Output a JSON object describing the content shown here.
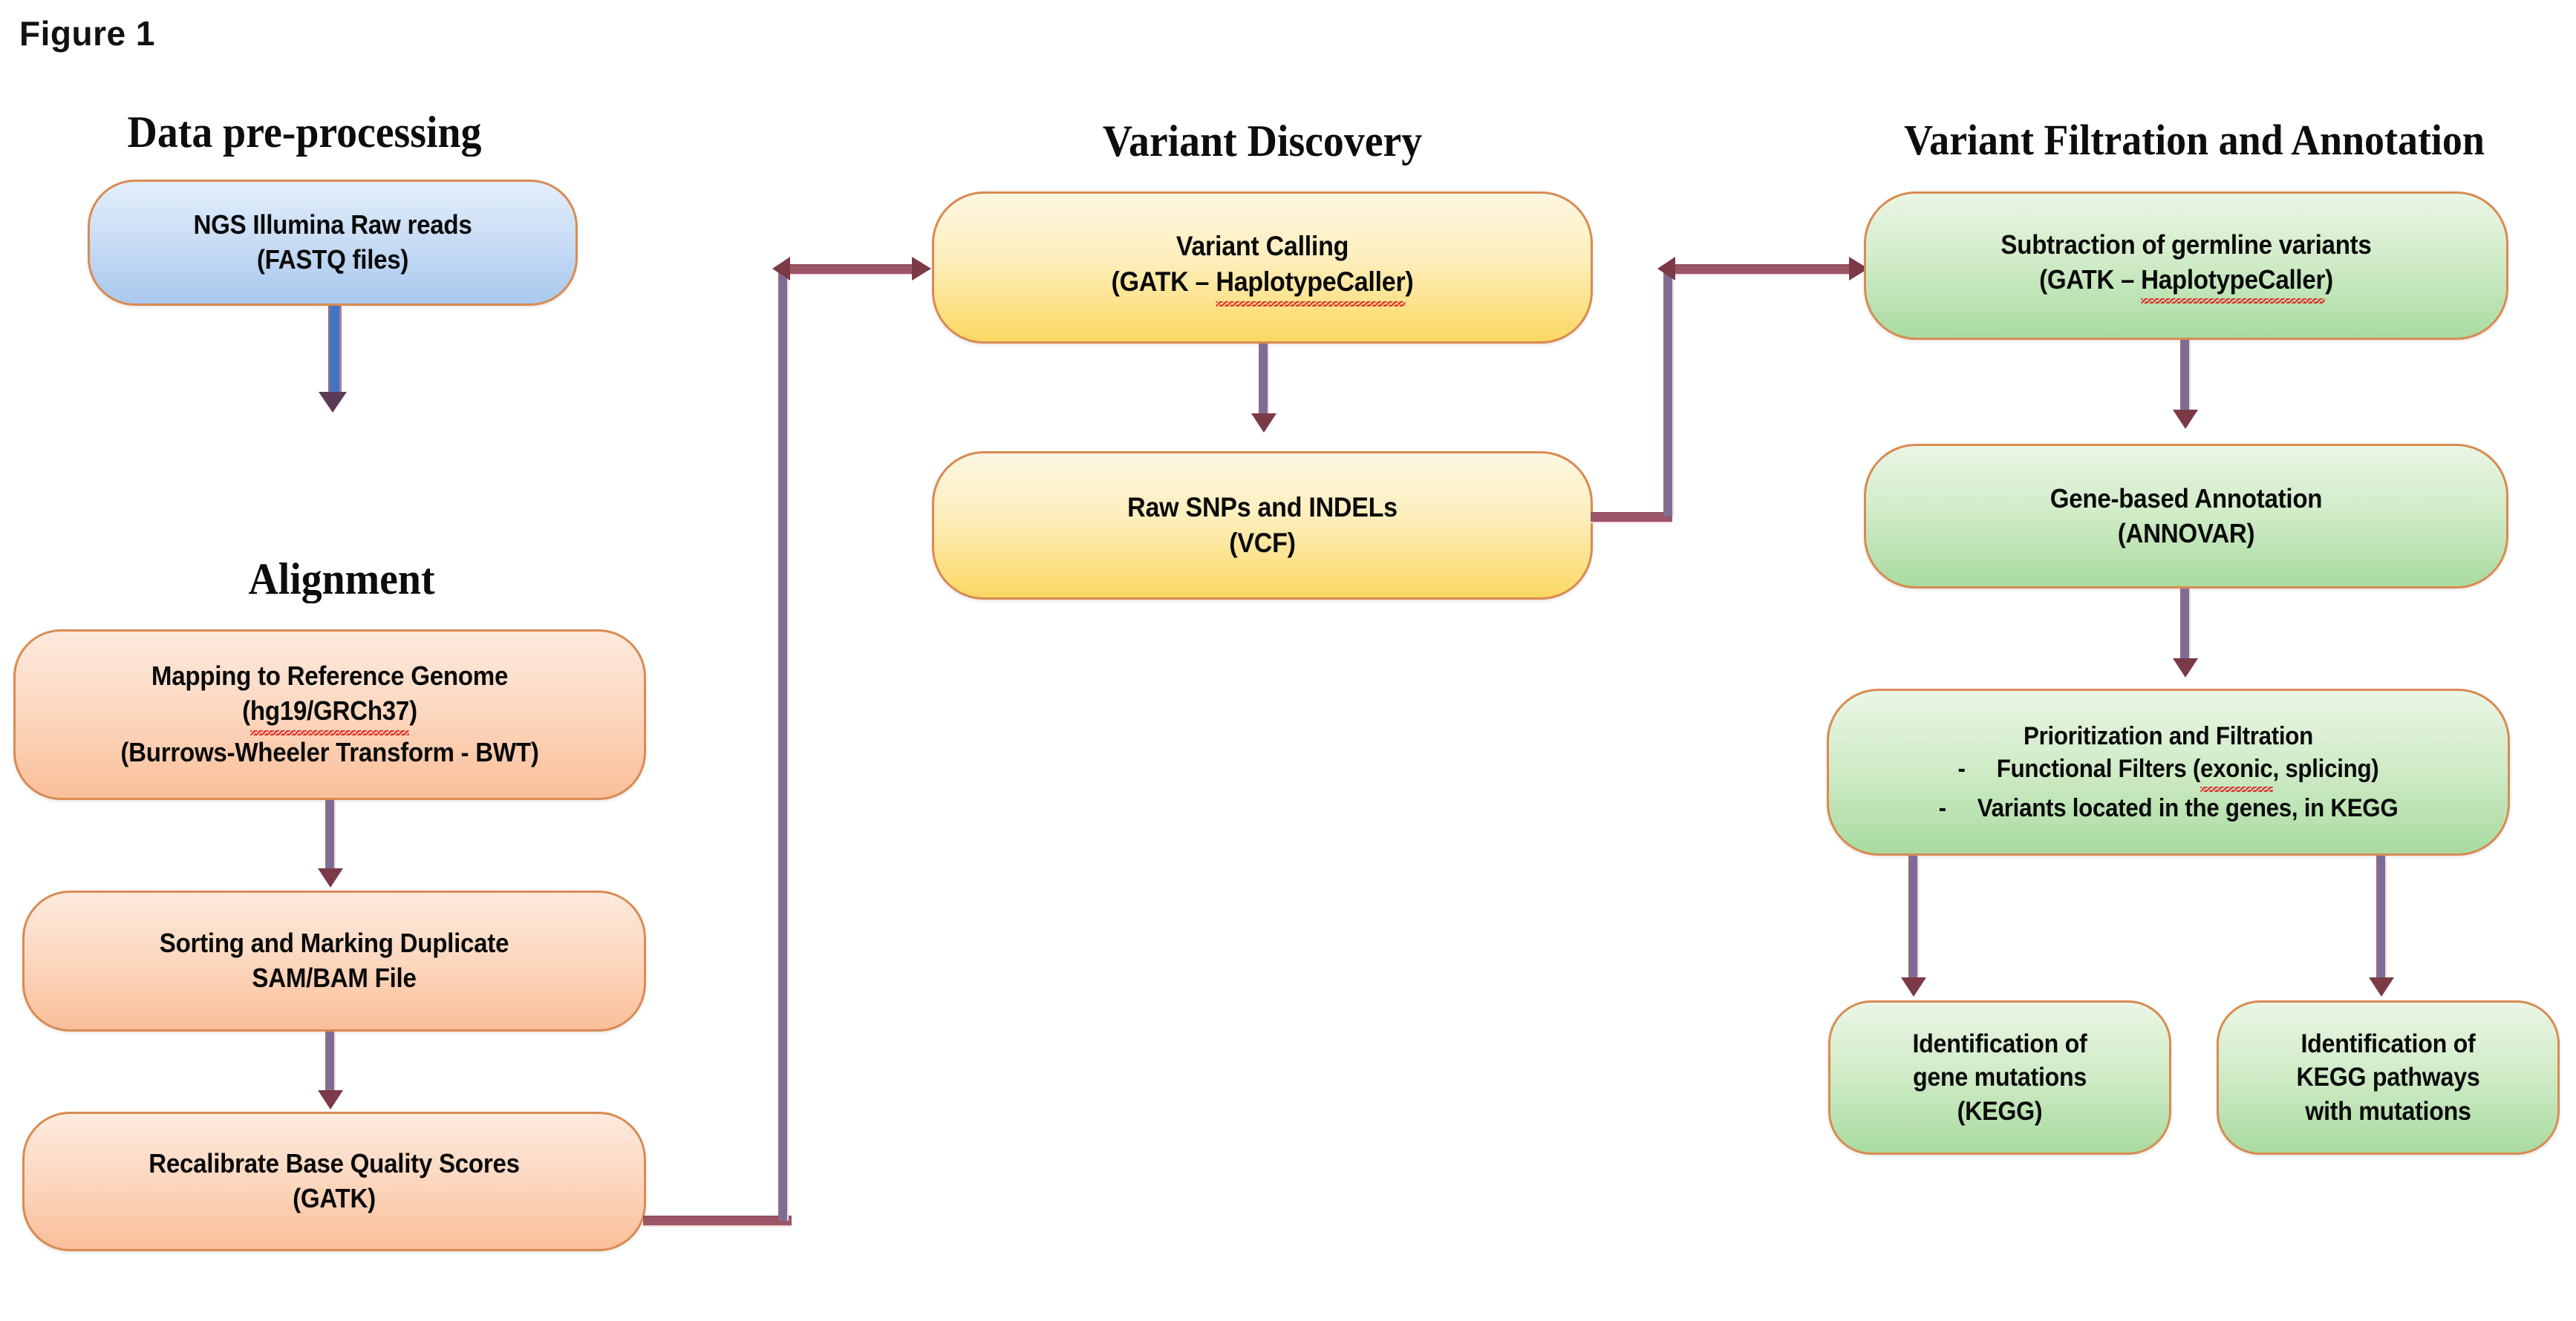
{
  "figure": {
    "label": "Figure 1"
  },
  "sections": [
    {
      "id": "data-pre-processing",
      "title": "Data pre-processing"
    },
    {
      "id": "alignment",
      "title": "Alignment"
    },
    {
      "id": "variant-discovery",
      "title": "Variant Discovery"
    },
    {
      "id": "variant-filtration",
      "title": "Variant Filtration and Annotation"
    }
  ],
  "nodes": {
    "ngs_raw_reads": {
      "line1": "NGS Illumina Raw reads",
      "line2": "(FASTQ files)",
      "color": "#a9c9ee"
    },
    "mapping_reference": {
      "line1": "Mapping to Reference Genome",
      "line2_pre": "(",
      "line2_misspelled": "hg19/GRCh37",
      "line2_post": ")",
      "line3": "(Burrows-Wheeler Transform - BWT)",
      "color": "#fabf99"
    },
    "sorting_marking": {
      "line1": "Sorting and Marking Duplicate",
      "line2": "SAM/BAM File",
      "color": "#fabf99"
    },
    "recalibrate": {
      "line1": "Recalibrate Base Quality Scores",
      "line2": "(GATK)",
      "color": "#fabf99"
    },
    "variant_calling": {
      "line1": "Variant Calling",
      "line2_pre": "(GATK – ",
      "line2_misspelled": "HaplotypeCaller",
      "line2_post": ")",
      "color": "#fcd862"
    },
    "raw_snps_indels": {
      "line1": "Raw SNPs and INDELs",
      "line2": "(VCF)",
      "color": "#fcd862"
    },
    "subtraction_germline": {
      "line1": "Subtraction of germline variants",
      "line2_pre": "(GATK – ",
      "line2_misspelled": "HaplotypeCaller",
      "line2_post": ")",
      "color": "#a9dba0"
    },
    "gene_based_annotation": {
      "line1": "Gene-based Annotation",
      "line2": "(ANNOVAR)",
      "color": "#a9dba0"
    },
    "prioritization_filtration": {
      "line1": "Prioritization and Filtration",
      "bullet1_dash": "-",
      "bullet1_pre": "Functional Filters (",
      "bullet1_misspelled": "exonic",
      "bullet1_post": ", splicing)",
      "bullet2_dash": "-",
      "bullet2": "Variants located in the genes, in KEGG",
      "color": "#a9dba0"
    },
    "identification_gene_mutations": {
      "line1": "Identification of",
      "line2": "gene mutations",
      "line3": "(KEGG)",
      "color": "#a9dba0"
    },
    "identification_kegg_pathways": {
      "line1": "Identification of",
      "line2": "KEGG pathways",
      "line3": "with mutations",
      "color": "#a9dba0"
    }
  },
  "theme": {
    "node_border": "#d98b52",
    "arrow_purple": "#7a6e99",
    "arrow_head": "#7b3a46",
    "arrow_blue": "#3f76c4",
    "spellcheck_underline": "#e02020",
    "background": "#ffffff"
  },
  "flow": {
    "edges": [
      {
        "from": "ngs_raw_reads",
        "to": "mapping_reference",
        "style": "blue-down"
      },
      {
        "from": "mapping_reference",
        "to": "sorting_marking",
        "style": "purple-down"
      },
      {
        "from": "sorting_marking",
        "to": "recalibrate",
        "style": "purple-down"
      },
      {
        "from": "recalibrate",
        "to": "variant_calling",
        "style": "purple-elbow-right-up"
      },
      {
        "from": "variant_calling",
        "to": "raw_snps_indels",
        "style": "purple-down"
      },
      {
        "from": "raw_snps_indels",
        "to": "subtraction_germline",
        "style": "purple-elbow-right-up"
      },
      {
        "from": "subtraction_germline",
        "to": "gene_based_annotation",
        "style": "purple-down"
      },
      {
        "from": "gene_based_annotation",
        "to": "prioritization_filtration",
        "style": "purple-down"
      },
      {
        "from": "prioritization_filtration",
        "to": "identification_gene_mutations",
        "style": "purple-down"
      },
      {
        "from": "prioritization_filtration",
        "to": "identification_kegg_pathways",
        "style": "purple-down"
      }
    ]
  }
}
